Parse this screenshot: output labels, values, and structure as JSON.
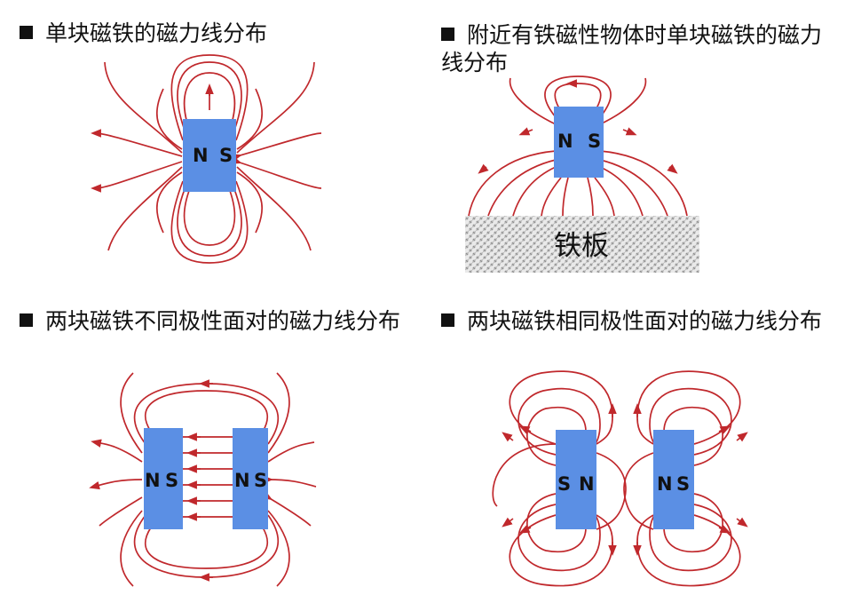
{
  "panels": [
    {
      "title": "单块磁铁的磁力线分布",
      "magnet": {
        "left_pole": "N",
        "right_pole": "S"
      }
    },
    {
      "title": "附近有铁磁性物体时单块磁铁的磁力线分布",
      "magnet": {
        "left_pole": "N",
        "right_pole": "S"
      },
      "plate_label": "铁板"
    },
    {
      "title": "两块磁铁不同极性面对的磁力线分布",
      "magnets": [
        {
          "left_pole": "N",
          "right_pole": "S"
        },
        {
          "left_pole": "N",
          "right_pole": "S"
        }
      ]
    },
    {
      "title": "两块磁铁相同极性面对的磁力线分布",
      "magnets": [
        {
          "left_pole": "S",
          "right_pole": "N"
        },
        {
          "left_pole": "N",
          "right_pole": "S"
        }
      ]
    }
  ],
  "colors": {
    "magnet": "#5b8fe4",
    "field_line": "#c0282c",
    "text": "#111111"
  }
}
